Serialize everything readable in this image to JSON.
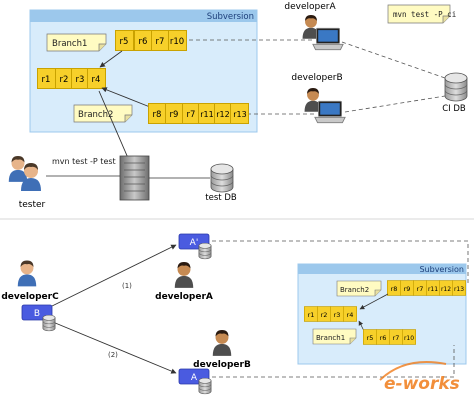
{
  "top": {
    "svn_title": "Subversion",
    "note": "mvn test -P ci",
    "branch1_label": "Branch1",
    "branch2_label": "Branch2",
    "branch1_revs": [
      "r5",
      "r6",
      "r7",
      "r10"
    ],
    "trunk_revs": [
      "r1",
      "r2",
      "r3",
      "r4"
    ],
    "branch2_revs": [
      "r8",
      "r9",
      "r7",
      "r11",
      "r12",
      "r13"
    ],
    "developerA": "developerA",
    "developerB": "developerB",
    "ci_db": "CI DB",
    "server_cmd": "mvn test -P test",
    "tester": "tester",
    "test_db": "test DB"
  },
  "bottom": {
    "svn_title": "Subversion",
    "developerC": "developerC",
    "developerA": "developerA",
    "developerB": "developerB",
    "repo_b": "B",
    "repo_a_prime": "A'",
    "repo_a": "A",
    "step1": "(1)",
    "step2": "(2)",
    "branch1_label": "Branch1",
    "branch2_label": "Branch2",
    "branch2_revs": [
      "r8",
      "r9",
      "r7",
      "r11",
      "r12",
      "r13"
    ],
    "trunk_revs": [
      "r1",
      "r2",
      "r3",
      "r4"
    ],
    "branch1_revs": [
      "r5",
      "r6",
      "r7",
      "r10"
    ]
  },
  "watermark": "e-works",
  "colors": {
    "svn_fill": "#d8ecfb",
    "svn_border": "#9cc8ec",
    "rev_fill": "#f7d02a",
    "rev_border": "#c9a200",
    "note_fill": "#fffbc2",
    "repo_blue": "#4a5be0",
    "watermark": "#f07c1a"
  }
}
